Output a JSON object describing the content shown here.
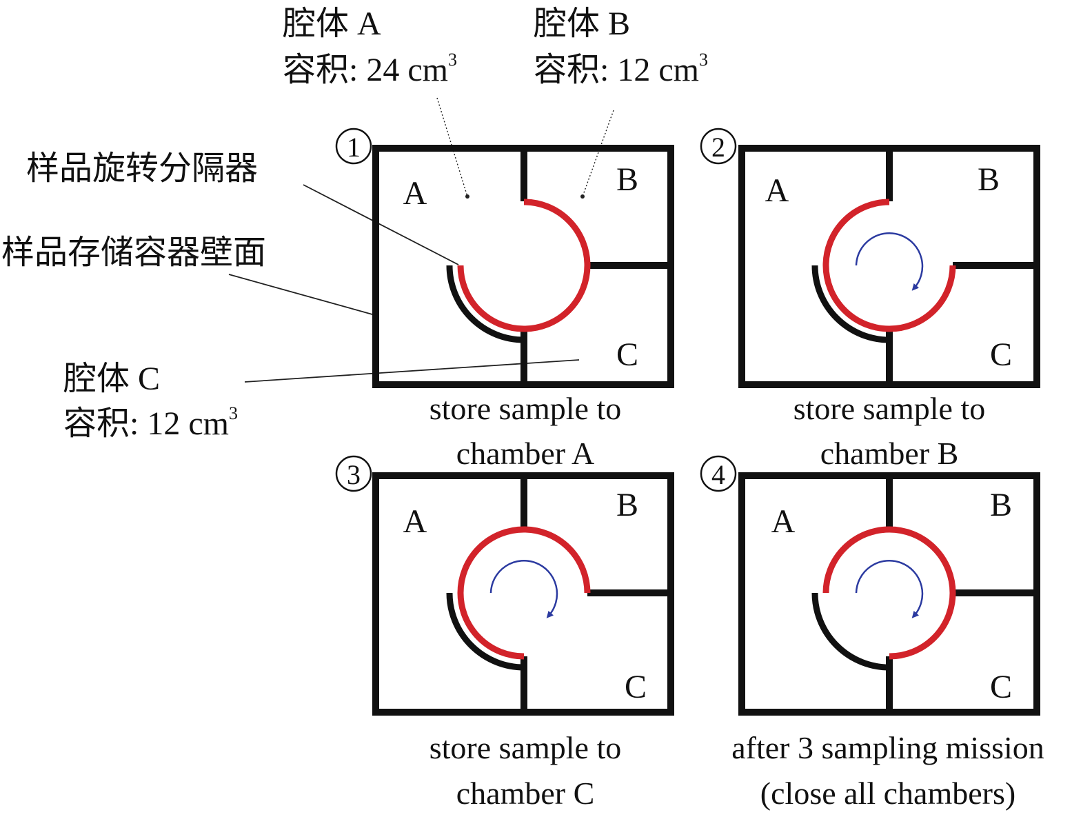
{
  "callouts": {
    "chamber_a": {
      "name": "腔体 A",
      "volume": "容积: 24 cm",
      "sup": "3"
    },
    "chamber_b": {
      "name": "腔体 B",
      "volume": "容积: 12 cm",
      "sup": "3"
    },
    "chamber_c": {
      "name": "腔体 C",
      "volume": "容积: 12 cm",
      "sup": "3"
    },
    "separator": "样品旋转分隔器",
    "wall": "样品存储容器壁面"
  },
  "panels": [
    {
      "number": "1",
      "labels": [
        "A",
        "B",
        "C"
      ],
      "caption": [
        "store sample to",
        "chamber A"
      ]
    },
    {
      "number": "2",
      "labels": [
        "A",
        "B",
        "C"
      ],
      "caption": [
        "store sample to",
        "chamber B"
      ]
    },
    {
      "number": "3",
      "labels": [
        "A",
        "B",
        "C"
      ],
      "caption": [
        "store sample to",
        "chamber C"
      ]
    },
    {
      "number": "4",
      "labels": [
        "A",
        "B",
        "C"
      ],
      "caption": [
        "after 3 sampling mission",
        "(close all chambers)"
      ]
    }
  ],
  "colors": {
    "separator": "#d2232a",
    "wall": "#111111",
    "rotation_arrow": "#2b3aa0"
  }
}
